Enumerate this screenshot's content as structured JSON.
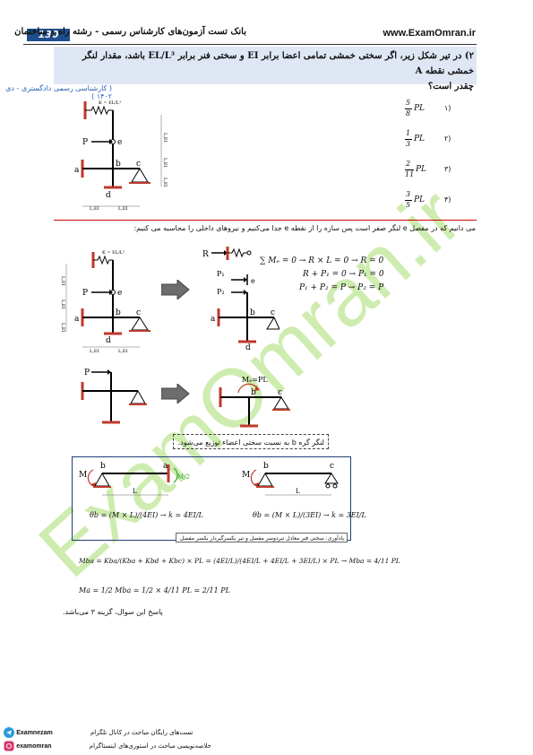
{
  "header": {
    "page_number": "130",
    "book_title": "بانک تست آزمون‌های کارشناس رسمی - رشته راه و ساختمان",
    "website": "www.ExamOmran.ir"
  },
  "question": {
    "number": "۲)",
    "text_line1": "در تیر شکل زیر، اگر سختی خمشی تمامی اعضا برابر EI و سختی فنر برابر EL/L³ باشد، مقدار لنگر خمشی نقطه A",
    "text_line2": "چقدر است؟",
    "source": "( کارشناسی رسمی دادگستری - دی ۱۴۰۲ )",
    "options": [
      {
        "num": "۱)",
        "frac_num": "5",
        "frac_den": "8",
        "suffix": "PL"
      },
      {
        "num": "۲)",
        "frac_num": "1",
        "frac_den": "3",
        "suffix": "PL"
      },
      {
        "num": "۳)",
        "frac_num": "2",
        "frac_den": "11",
        "suffix": "PL"
      },
      {
        "num": "۴)",
        "frac_num": "3",
        "frac_den": "5",
        "suffix": "PL"
      }
    ]
  },
  "figure_labels": {
    "spring": "K = EL/L³",
    "P": "P",
    "e": "e",
    "a": "a",
    "b": "b",
    "c": "c",
    "d": "d",
    "L_EI": "L,EI",
    "R": "R",
    "P1": "P₁",
    "P2": "P₂",
    "Me_PL": "Mₑ=PL",
    "M": "M",
    "M_half": "M/2"
  },
  "solution": {
    "intro": "می دانیم که در مفصل e لنگر صفر است پس سازه را از نقطه e جدا می‌کنیم و نیروهای داخلی را محاسبه می کنیم:",
    "eq1": "∑ Mₑ = 0 → R × L = 0 → R = 0",
    "eq2": "R + P₁ = 0 → P₁ = 0",
    "eq3": "P₁ + P₂ = P → P₂ = P",
    "distribution_hint": "لنگر گره b به نسبت سختی اعضاء توزیع می‌شود.",
    "theta_left": "θb = (M × L)/(4EI) → k = 4EI/L",
    "theta_right": "θb = (M × L)/(3EI) → k = 3EI/L",
    "note": "یادآوری: سختی فنر معادل تیردوسر مفصل و تیر یکسرگیردار یکسر مفصل",
    "L": "L",
    "final_eq1": "Mba = Kba/(Kba + Kbd + Kbc) × PL = (4EI/L)/(4EI/L + 4EI/L + 3EI/L) × PL → Mba = 4/11 PL",
    "final_eq2": "Ma = 1/2 Mba = 1/2 × 4/11 PL = 2/11 PL",
    "answer": "پاسخ این سوال، گزینه ۳ می‌باشد."
  },
  "footer": {
    "telegram_handle": "Examnezam",
    "telegram_text": "تست‌های رایگان مباحث در کانال تلگرام",
    "instagram_handle": "examomran",
    "instagram_text": "خلاصه‌نویسی مباحث در استوری‌های اینستاگرام"
  },
  "watermark": "ExamOmran.ir",
  "colors": {
    "header_blue": "#1f4e8c",
    "question_bg": "#dfe7f4",
    "separator_red": "#cc0000",
    "watermark_green": "#8fd14a",
    "support_red": "#c0392b",
    "arrow_gray": "#6d6d6d",
    "highlight_green": "#3aa83a"
  }
}
